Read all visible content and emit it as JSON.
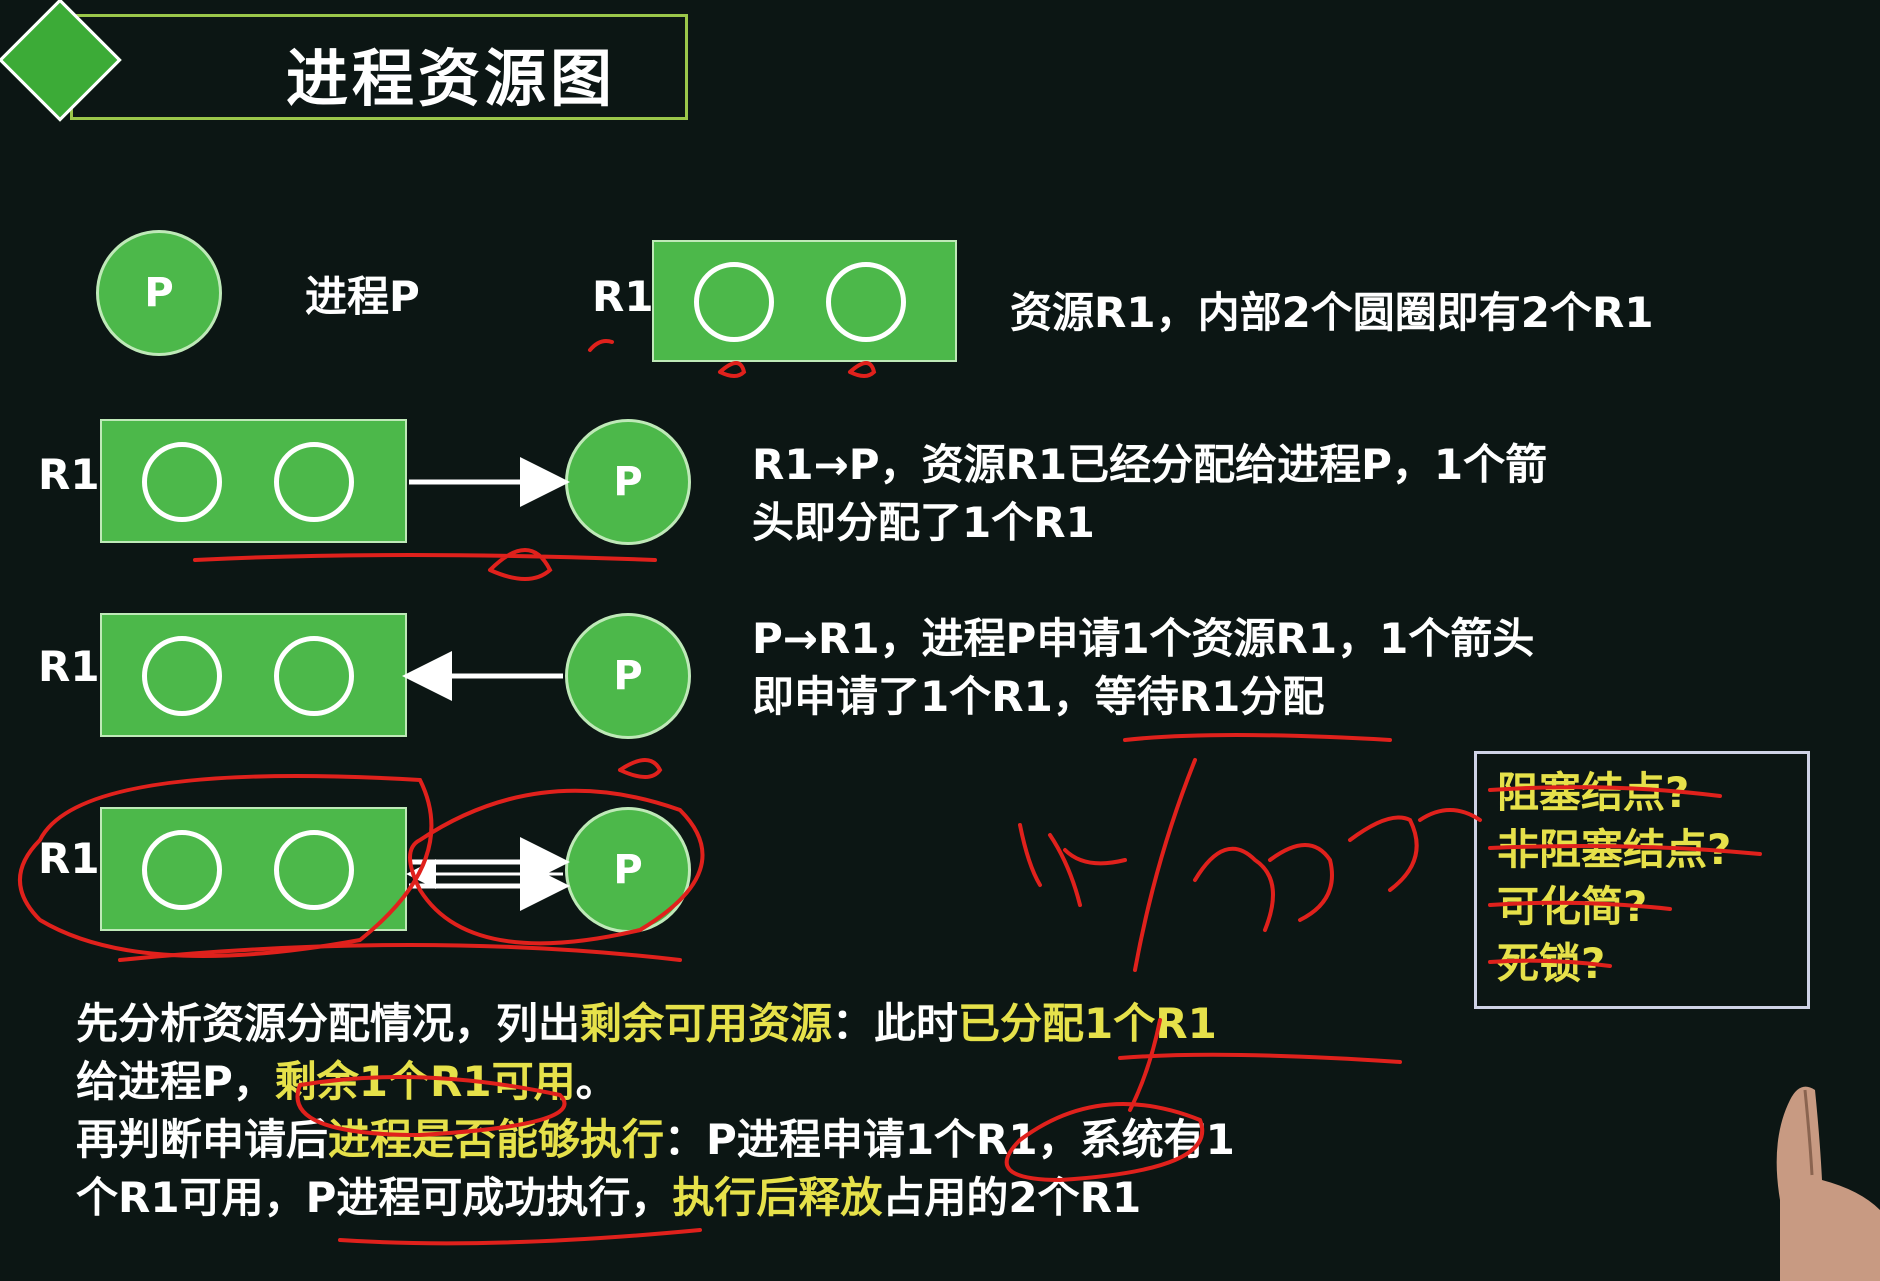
{
  "title": "进程资源图",
  "legend": {
    "process_symbol": "P",
    "process_caption": "进程P",
    "resource_label": "R1",
    "resource_caption": "资源R1，内部2个圆圈即有2个R1"
  },
  "rows": [
    {
      "resource_label": "R1",
      "process_label": "P",
      "direction": "resource-to-process",
      "line1": "R1→P，资源R1已经分配给进程P，1个箭",
      "line2": "头即分配了1个R1"
    },
    {
      "resource_label": "R1",
      "process_label": "P",
      "direction": "process-to-resource",
      "line1": "P→R1，进程P申请1个资源R1，1个箭头",
      "line2": "即申请了1个R1，等待R1分配"
    },
    {
      "resource_label": "R1",
      "process_label": "P",
      "direction": "both"
    }
  ],
  "questions": [
    "阻塞结点?",
    "非阻塞结点?",
    "可化简?",
    "死锁?"
  ],
  "analysis": {
    "l1_a": "先分析资源分配情况，列出",
    "l1_b": "剩余可用资源",
    "l1_c": "：此时",
    "l1_d": "已分配1个R1",
    "l2_a": "给进程P，",
    "l2_b": "剩余1个R1可用",
    "l2_c": "。",
    "l3_a": "再判断申请后",
    "l3_b": "进程是否能够执行",
    "l3_c": "：P进程申请1个R1，系统有1",
    "l4_a": "个R1可用，P进程可成功执行，",
    "l4_b": "执行后释放",
    "l4_c": "占用的2个R1"
  },
  "colors": {
    "background": "#0c1614",
    "node_fill": "#4cb84a",
    "highlight": "#e6e14a",
    "annotation_red": "#e0211c"
  }
}
